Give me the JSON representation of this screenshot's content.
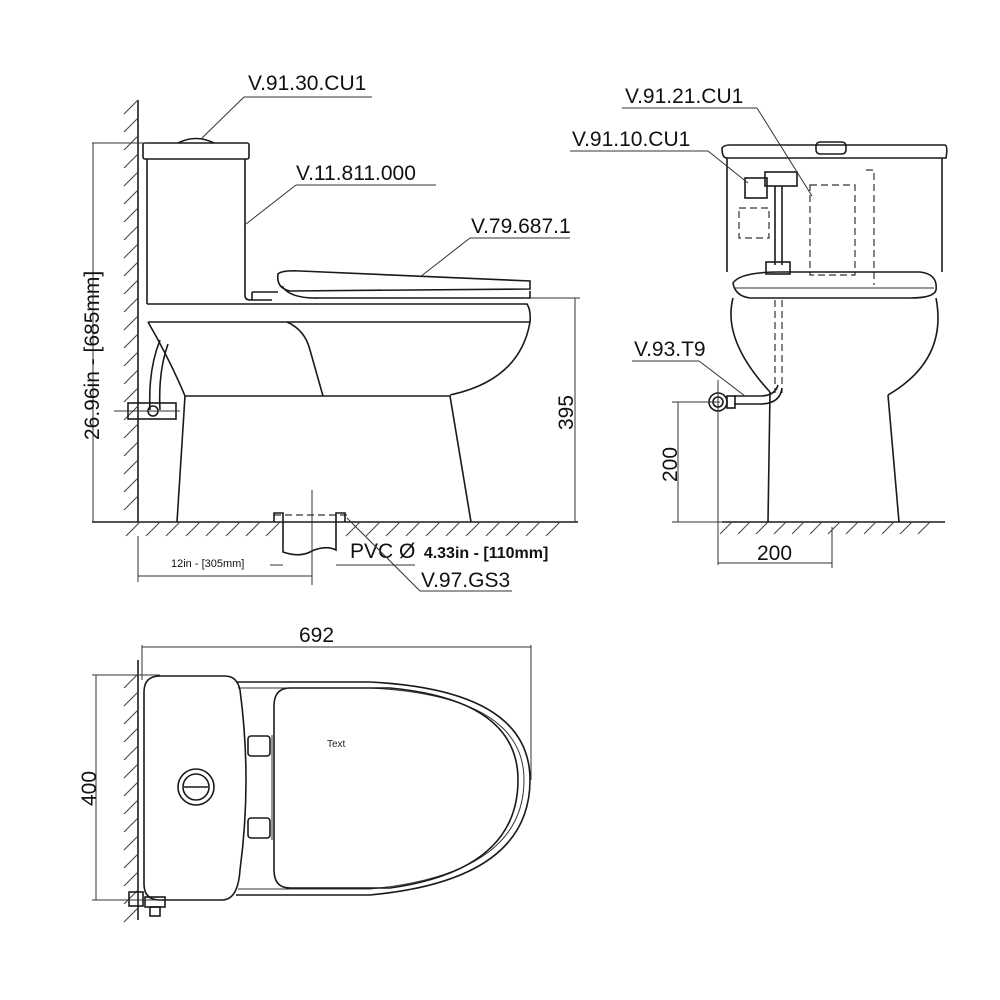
{
  "side_view": {
    "part_flush_button": "V.91.30.CU1",
    "part_body": "V.11.811.000",
    "part_seat": "V.79.687.1",
    "dim_total_height": "26.96in - [685mm]",
    "dim_seat_height": "395",
    "dim_rough_in": "12in - [305mm]",
    "pvc_prefix": "PVC Ø",
    "pvc_size": "4.33in - [110mm]",
    "part_flange": "V.97.GS3"
  },
  "front_view": {
    "part_flush_valve": "V.91.21.CU1",
    "part_fill_valve": "V.91.10.CU1",
    "part_supply_hose": "V.93.T9",
    "dim_supply_height": "200",
    "dim_supply_offset": "200"
  },
  "top_view": {
    "dim_length": "692",
    "dim_width": "400",
    "seat_text": "Text"
  }
}
